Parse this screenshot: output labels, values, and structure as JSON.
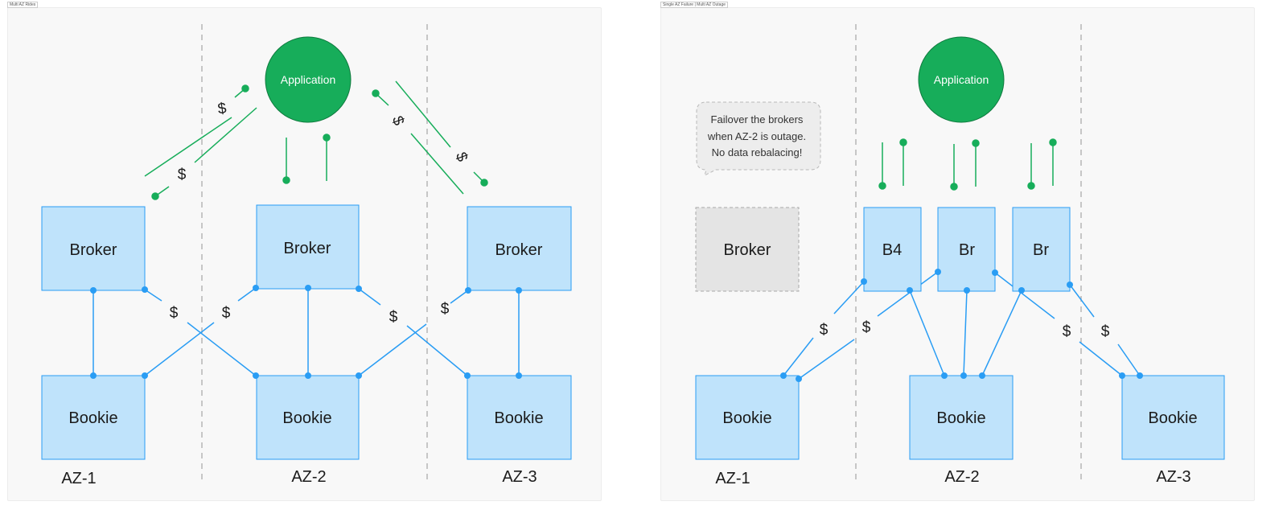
{
  "colors": {
    "box_fill": "#bfe3fb",
    "box_stroke": "#2a9df4",
    "link": "#2a9df4",
    "app_green": "#17ad5a",
    "divider": "#b5b5b5",
    "failed_fill": "#e4e4e4",
    "failed_stroke": "#a8a8a8",
    "bubble_fill": "#ededed"
  },
  "left": {
    "frame_tag": "Multi AZ Rides",
    "application": "Application",
    "brokers": [
      "Broker",
      "Broker",
      "Broker"
    ],
    "bookies": [
      "Bookie",
      "Bookie",
      "Bookie"
    ],
    "zones": [
      "AZ-1",
      "AZ-2",
      "AZ-3"
    ],
    "cost_symbol": "$"
  },
  "right": {
    "frame_tag": "Single AZ Failure | Multi AZ Outage",
    "application": "Application",
    "failed_broker": "Broker",
    "brokers": [
      "B4",
      "Br",
      "Br"
    ],
    "bookies": [
      "Bookie",
      "Bookie",
      "Bookie"
    ],
    "zones": [
      "AZ-1",
      "AZ-2",
      "AZ-3"
    ],
    "cost_symbol": "$",
    "note_lines": [
      "Failover the brokers",
      "when AZ-2 is outage.",
      "No data rebalacing!"
    ]
  }
}
